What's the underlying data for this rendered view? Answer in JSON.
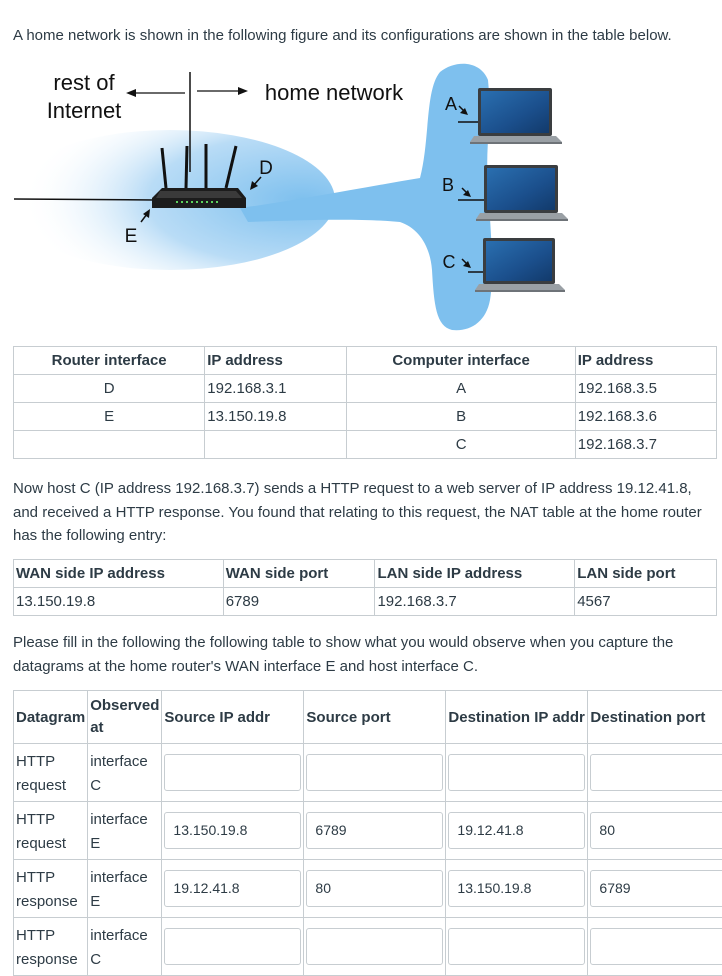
{
  "intro": "A home network is shown in the following figure and its configurations are shown in the table below.",
  "figure": {
    "rest_of": "rest of",
    "internet": "Internet",
    "home_network": "home network",
    "label_d": "D",
    "label_e": "E",
    "label_a": "A",
    "label_b": "B",
    "label_c": "C"
  },
  "config_table": {
    "headers": [
      "Router interface",
      "IP address",
      "Computer interface",
      "IP address"
    ],
    "rows": [
      [
        "D",
        "192.168.3.1",
        "A",
        "192.168.3.5"
      ],
      [
        "E",
        "13.150.19.8",
        "B",
        "192.168.3.6"
      ],
      [
        "",
        "",
        "C",
        "192.168.3.7"
      ]
    ]
  },
  "nat_text": "Now host C (IP address 192.168.3.7) sends a HTTP request to a web server of IP address 19.12.41.8, and received a HTTP response. You found that relating to this request, the NAT table at the home router has the following entry:",
  "nat_table": {
    "headers": [
      "WAN side IP address",
      "WAN side port",
      "LAN side IP address",
      "LAN side port"
    ],
    "row": [
      "13.150.19.8",
      "6789",
      "192.168.3.7",
      "4567"
    ]
  },
  "fill_text": "Please fill in the following the following table to show what you would observe when you capture the datagrams at the home router's WAN interface E and host interface C.",
  "datagram_table": {
    "headers": [
      "Datagram",
      "Observed at",
      "Source IP addr",
      "Source port",
      "Destination IP addr",
      "Destination port"
    ],
    "rows": [
      {
        "datagram": "HTTP request",
        "observed": "interface C",
        "src_ip": "",
        "src_port": "",
        "dst_ip": "",
        "dst_port": ""
      },
      {
        "datagram": "HTTP request",
        "observed": "interface E",
        "src_ip": "13.150.19.8",
        "src_port": "6789",
        "dst_ip": "19.12.41.8",
        "dst_port": "80"
      },
      {
        "datagram": "HTTP response",
        "observed": "interface E",
        "src_ip": "19.12.41.8",
        "src_port": "80",
        "dst_ip": "13.150.19.8",
        "dst_port": "6789"
      },
      {
        "datagram": "HTTP response",
        "observed": "interface C",
        "src_ip": "",
        "src_port": "",
        "dst_ip": "",
        "dst_port": ""
      }
    ]
  },
  "colors": {
    "cloud": "#7ec0ee",
    "text": "#2d3b45",
    "border": "#c7cdd1"
  }
}
